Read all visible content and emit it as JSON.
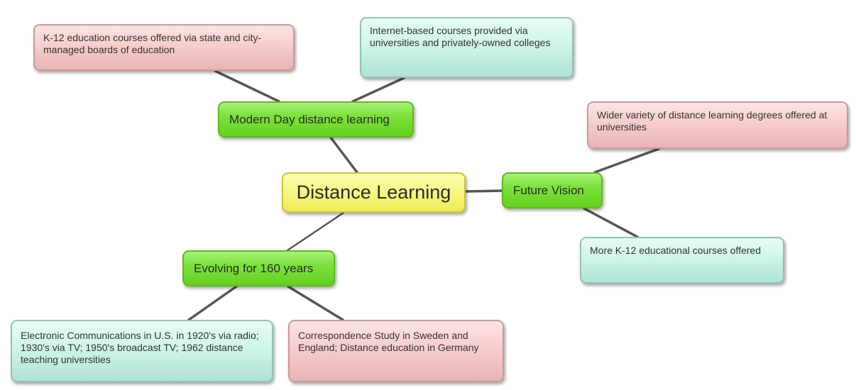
{
  "diagram": {
    "type": "mind-map",
    "colors": {
      "central_fill": "#f8f88a",
      "branch_fill": "#7fe33f",
      "leaf_pink_fill": "#f8d0d0",
      "leaf_teal_fill": "#d2f6ea",
      "connector": "#555555"
    },
    "central": {
      "label": "Distance Learning"
    },
    "branches": [
      {
        "label": "Modern Day distance learning",
        "children": [
          {
            "label": "K-12 education courses offered via state and city-managed boards of education",
            "style": "pink"
          },
          {
            "label": "Internet-based courses provided via universities and privately-owned colleges",
            "style": "teal"
          }
        ]
      },
      {
        "label": "Future Vision",
        "children": [
          {
            "label": "Wider variety of distance learning degrees offered at universities",
            "style": "pink"
          },
          {
            "label": "More K-12 educational courses offered",
            "style": "teal"
          }
        ]
      },
      {
        "label": "Evolving for 160 years",
        "children": [
          {
            "label": "Electronic Communications in U.S. in 1920's via radio; 1930's via TV; 1950's broadcast TV; 1962 distance teaching universities",
            "style": "teal"
          },
          {
            "label": "Correspondence Study in Sweden and England; Distance education in Germany",
            "style": "pink"
          }
        ]
      }
    ]
  }
}
